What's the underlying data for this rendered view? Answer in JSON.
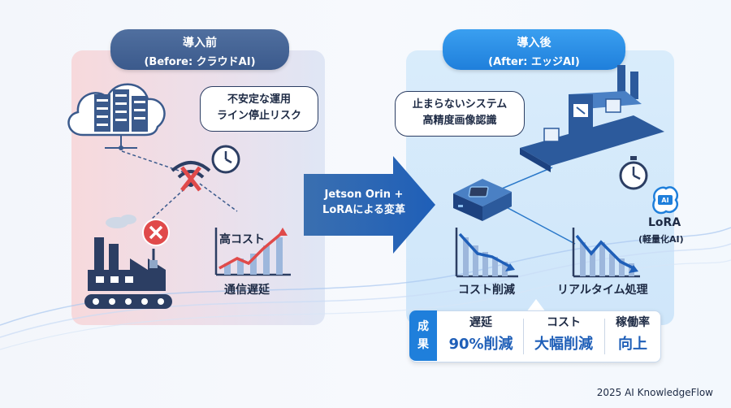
{
  "before": {
    "title": "導入前",
    "subtitle": "(Before: クラウドAI)",
    "bubble": [
      "不安定な運用",
      "ライン停止リスク"
    ],
    "cost_label": "高コスト",
    "latency_label": "通信遅延"
  },
  "transition": {
    "label": [
      "Jetson Orin +",
      "LoRAによる変革"
    ]
  },
  "after": {
    "title": "導入後",
    "subtitle": "(After: エッジAI)",
    "bubble": [
      "止まらないシステム",
      "高精度画像認識"
    ],
    "lora_icon": "AI",
    "lora_label": "LoRA",
    "lora_sub": "(軽量化AI)",
    "cost_label": "コスト削減",
    "realtime_label": "リアルタイム処理"
  },
  "results": {
    "tag": [
      "成",
      "果"
    ],
    "items": [
      {
        "title": "遅延",
        "value": "90%削減"
      },
      {
        "title": "コスト",
        "value": "大幅削減"
      },
      {
        "title": "稼働率",
        "value": "向上"
      }
    ]
  },
  "credit": "2025 AI KnowledgeFlow"
}
